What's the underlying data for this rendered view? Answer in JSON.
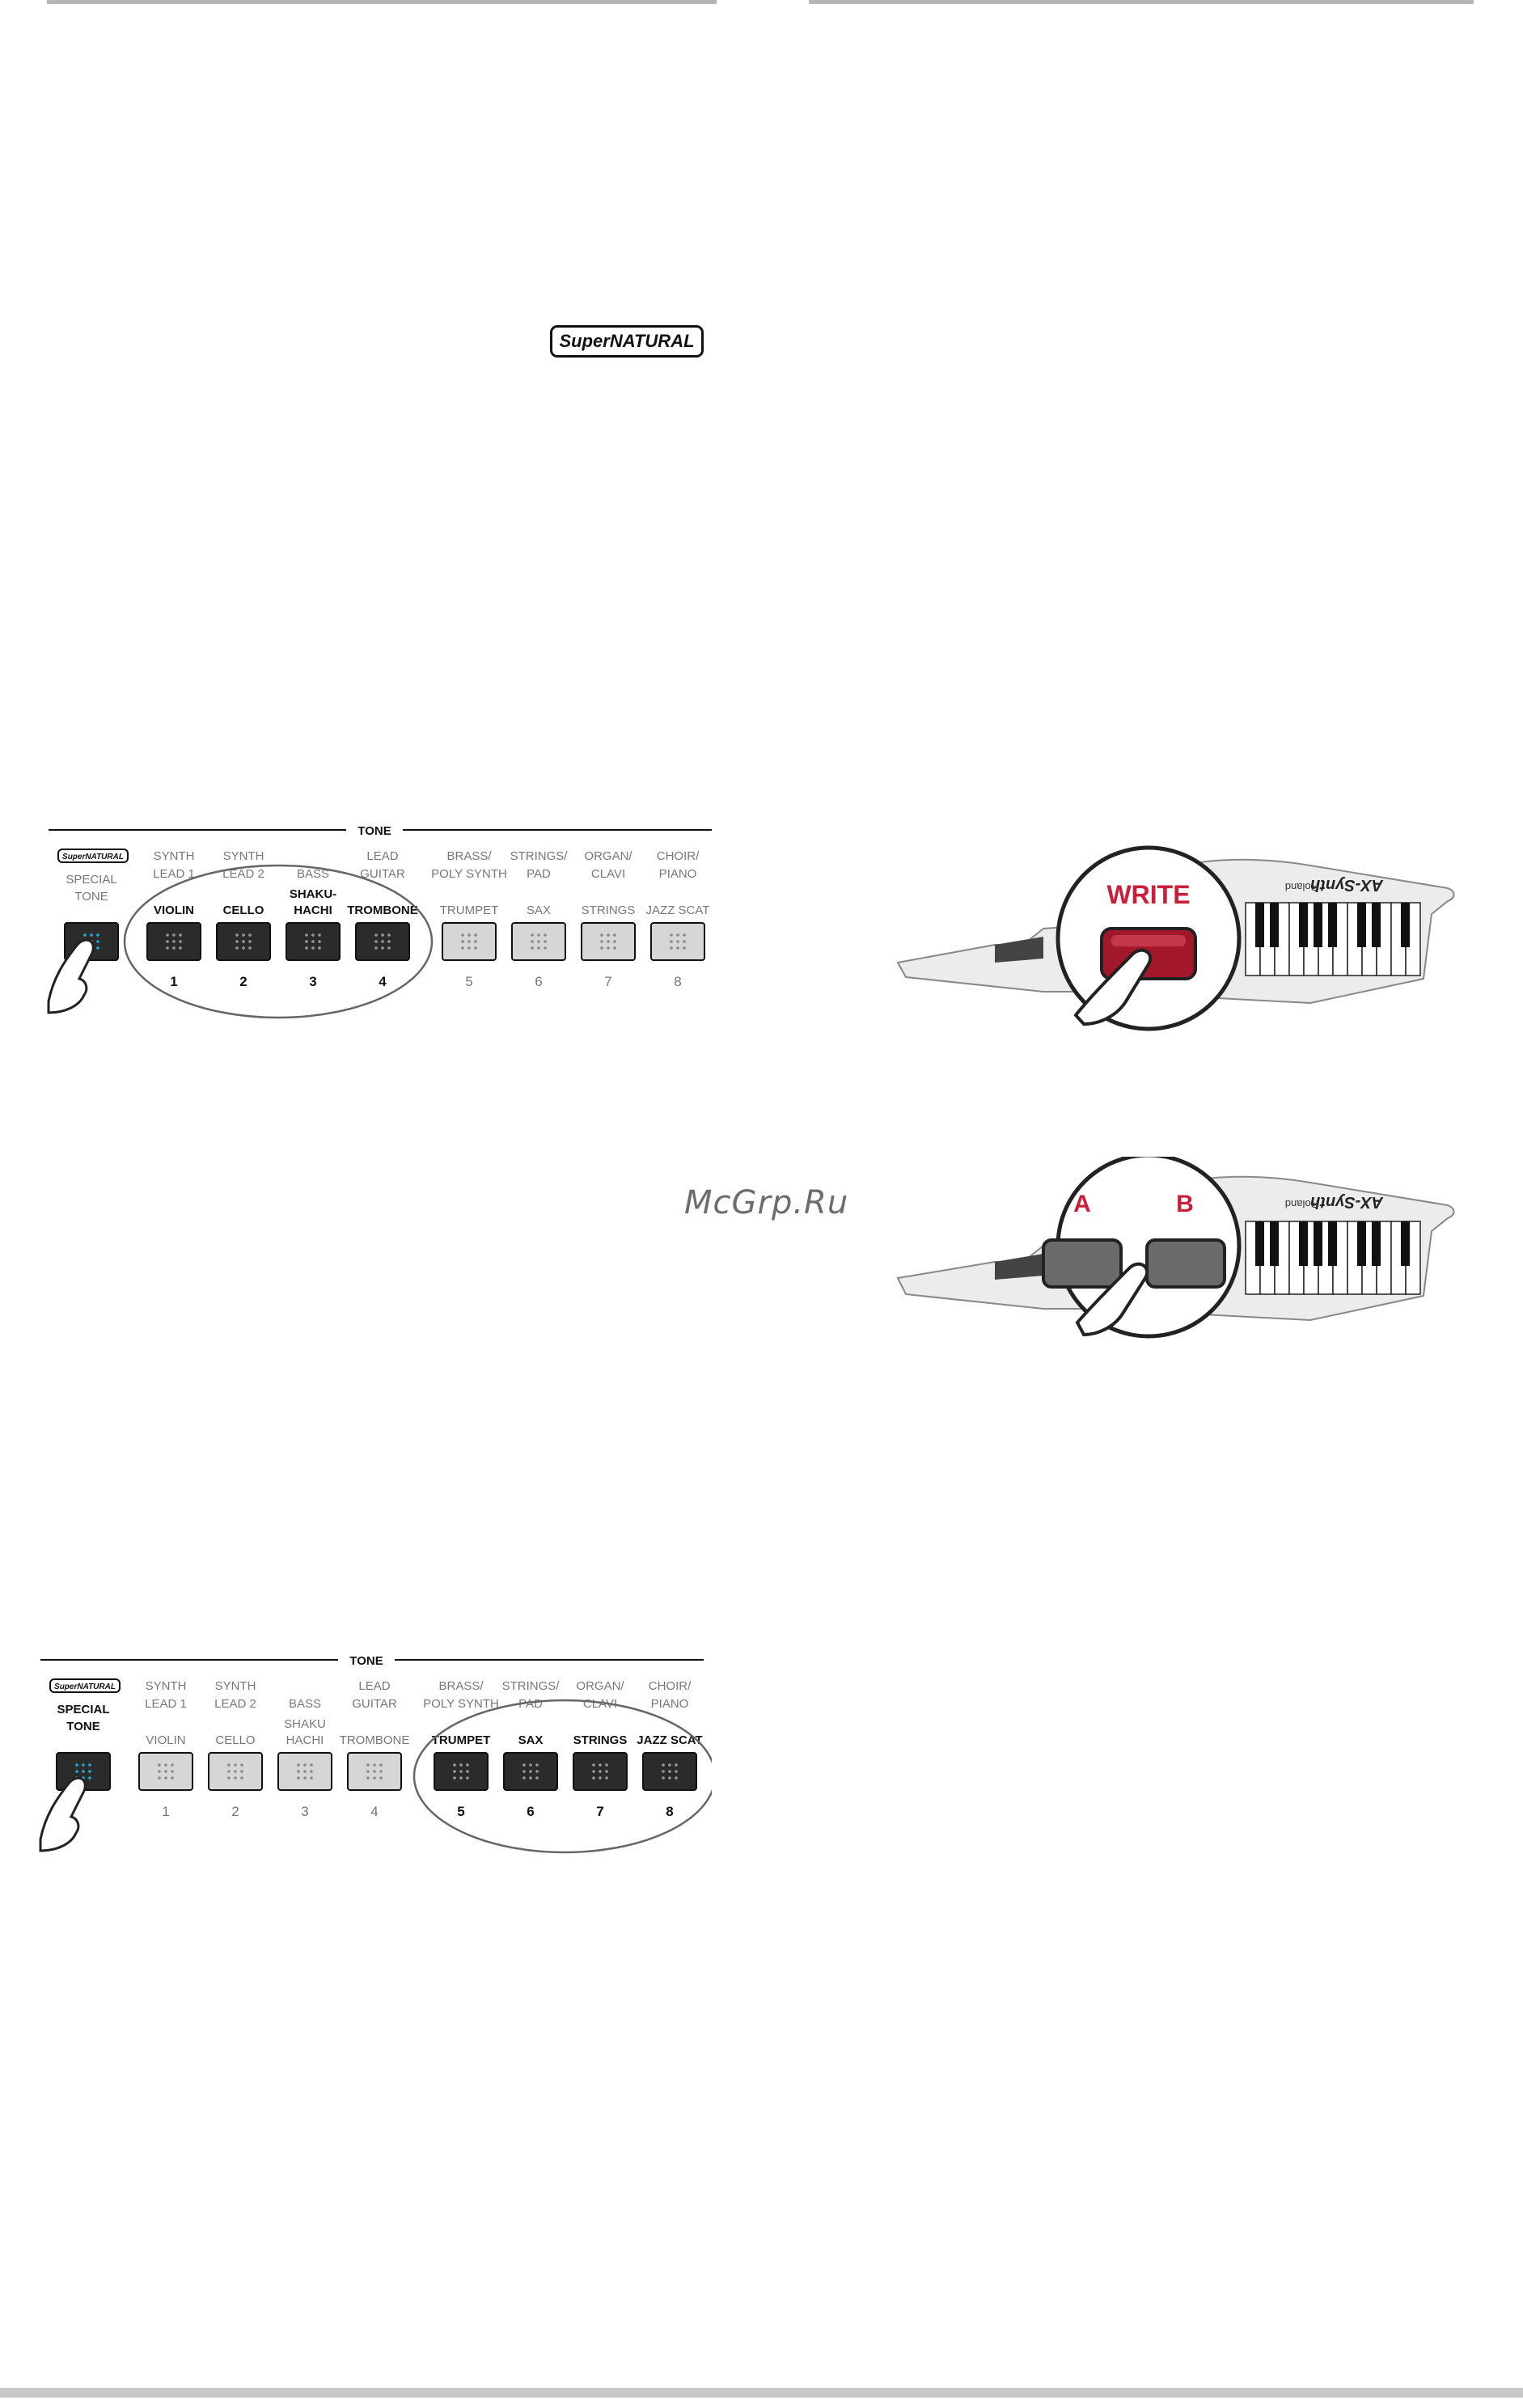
{
  "logo": {
    "brand_text": "SuperNATURAL"
  },
  "watermark": {
    "text": "McGrp.Ru"
  },
  "panel_top": {
    "tone_label": "TONE",
    "logo_text": "SuperNATURAL",
    "special_tone": [
      "SPECIAL",
      "TONE"
    ],
    "groups": [
      [
        "SYNTH",
        "LEAD 1"
      ],
      [
        "SYNTH",
        "LEAD 2"
      ],
      [
        "",
        "BASS"
      ],
      [
        "LEAD",
        "GUITAR"
      ],
      [
        "BRASS/",
        "POLY SYNTH"
      ],
      [
        "STRINGS/",
        "PAD"
      ],
      [
        "ORGAN/",
        "CLAVI"
      ],
      [
        "CHOIR/",
        "PIANO"
      ]
    ],
    "names": [
      [
        "VIOLIN"
      ],
      [
        "CELLO"
      ],
      [
        "SHAKU-",
        "HACHI"
      ],
      [
        "TROMBONE"
      ],
      [
        "TRUMPET"
      ],
      [
        "SAX"
      ],
      [
        "STRINGS"
      ],
      [
        "JAZZ SCAT"
      ]
    ],
    "numbers": [
      "1",
      "2",
      "3",
      "4",
      "5",
      "6",
      "7",
      "8"
    ]
  },
  "panel_bottom": {
    "tone_label": "TONE",
    "logo_text": "SuperNATURAL",
    "special_tone": [
      "SPECIAL",
      "TONE"
    ],
    "groups": [
      [
        "SYNTH",
        "LEAD 1"
      ],
      [
        "SYNTH",
        "LEAD 2"
      ],
      [
        "",
        "BASS"
      ],
      [
        "LEAD",
        "GUITAR"
      ],
      [
        "BRASS/",
        "POLY SYNTH"
      ],
      [
        "STRINGS/",
        "PAD"
      ],
      [
        "ORGAN/",
        "CLAVI"
      ],
      [
        "CHOIR/",
        "PIANO"
      ]
    ],
    "names": [
      [
        "VIOLIN"
      ],
      [
        "CELLO"
      ],
      [
        "SHAKU",
        "HACHI"
      ],
      [
        "TROMBONE"
      ],
      [
        "TRUMPET"
      ],
      [
        "SAX"
      ],
      [
        "STRINGS"
      ],
      [
        "JAZZ SCAT"
      ]
    ],
    "numbers": [
      "1",
      "2",
      "3",
      "4",
      "5",
      "6",
      "7",
      "8"
    ]
  },
  "keytar_write": {
    "button_label": "WRITE",
    "brand": "Roland",
    "model": "AX-Synth"
  },
  "keytar_ab": {
    "button_a": "A",
    "button_b": "B",
    "brand": "Roland",
    "model": "AX-Synth"
  },
  "colors": {
    "accent_red": "#c8203a",
    "button_dark": "#2a2a2a",
    "button_light": "#cfcfcf",
    "led_blue": "#29a8e0"
  }
}
